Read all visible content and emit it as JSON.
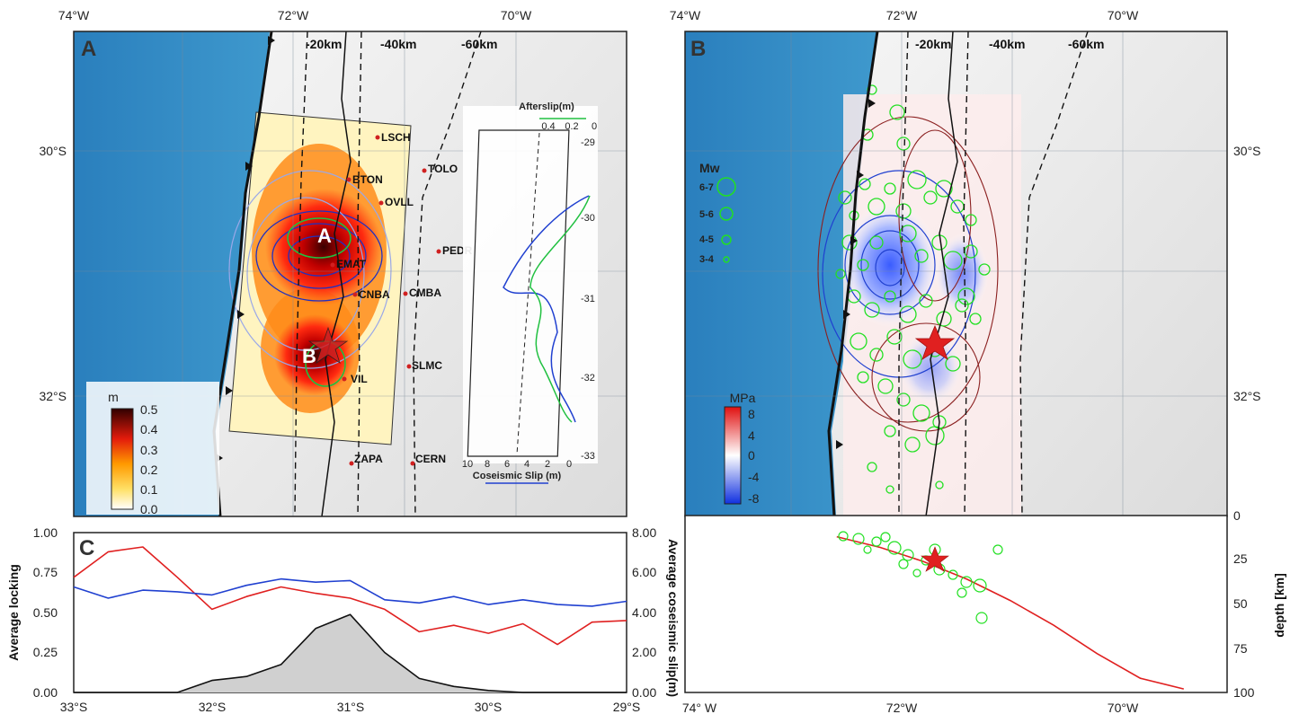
{
  "longitude_labels": [
    "74°W",
    "72°W",
    "70°W"
  ],
  "latitude_labels": [
    "30°S",
    "32°S"
  ],
  "depth_contour_labels": [
    "-20km",
    "-40km",
    "-60km"
  ],
  "panel_a": {
    "label": "A",
    "asperity_labels": [
      "A",
      "B"
    ],
    "stations": [
      "LSCH",
      "BTON",
      "TOLO",
      "OVLL",
      "PEDR",
      "EMAT",
      "CNBA",
      "CMBA",
      "SLMC",
      "VIL",
      "ZAPA",
      "CERN"
    ],
    "colorbar": {
      "unit": "m",
      "ticks": [
        "0.5",
        "0.4",
        "0.3",
        "0.2",
        "0.1",
        "0.0"
      ]
    },
    "inset": {
      "afterslip_label": "Afterslip(m)",
      "afterslip_ticks": [
        "0.4",
        "0.2",
        "0"
      ],
      "coseismic_label": "Coseismic Slip (m)",
      "coseismic_ticks": [
        "10",
        "8",
        "6",
        "4",
        "2",
        "0"
      ],
      "lat_ticks": [
        "-29",
        "-30",
        "-31",
        "-32",
        "-33"
      ]
    }
  },
  "panel_b": {
    "label": "B",
    "legend_title": "Mw",
    "legend_items": [
      "6-7",
      "5-6",
      "4-5",
      "3-4"
    ],
    "colorbar": {
      "unit": "MPa",
      "ticks": [
        "8",
        "4",
        "0",
        "-4",
        "-8"
      ]
    }
  },
  "panel_c": {
    "label": "C",
    "ylabel_left": "Average locking",
    "ylabel_right": "Average coseismic slip(m)",
    "yticks_left": [
      "1.00",
      "0.75",
      "0.50",
      "0.25",
      "0.00"
    ],
    "yticks_right": [
      "8.00",
      "6.00",
      "4.00",
      "2.00",
      "0.00"
    ],
    "xticks": [
      "33°S",
      "32°S",
      "31°S",
      "30°S",
      "29°S"
    ]
  },
  "profile": {
    "ylabel": "depth [km]",
    "yticks": [
      "0",
      "25",
      "50",
      "75",
      "100"
    ],
    "xticks": [
      "74° W",
      "72°W",
      "70°W"
    ]
  },
  "chart_data": [
    {
      "type": "line",
      "x": [
        33.0,
        32.75,
        32.5,
        32.25,
        32.0,
        31.75,
        31.5,
        31.25,
        31.0,
        30.75,
        30.5,
        30.25,
        30.0,
        29.75,
        29.5,
        29.25,
        29.0
      ],
      "series": [
        {
          "values": [
            0.72,
            0.88,
            0.91,
            0.72,
            0.52,
            0.6,
            0.66,
            0.62,
            0.59,
            0.52,
            0.38,
            0.42,
            0.37,
            0.43,
            0.3,
            0.44,
            0.45
          ],
          "color": "#e02020",
          "axis": "left"
        },
        {
          "values": [
            0.66,
            0.59,
            0.64,
            0.63,
            0.61,
            0.67,
            0.71,
            0.69,
            0.7,
            0.58,
            0.56,
            0.6,
            0.55,
            0.58,
            0.55,
            0.54,
            0.57
          ],
          "color": "#2040d0",
          "axis": "left"
        },
        {
          "values": [
            0.0,
            0.0,
            0.0,
            0.0,
            0.6,
            0.8,
            1.4,
            3.2,
            3.9,
            2.0,
            0.7,
            0.3,
            0.1,
            0.0,
            0.0,
            0.0,
            0.0
          ],
          "color": "#111111",
          "fill": "#d0d0d0",
          "axis": "right"
        }
      ],
      "xlim": [
        33,
        29
      ],
      "ylim": [
        0,
        1
      ],
      "ylim_right": [
        0,
        8
      ]
    },
    {
      "type": "line",
      "x": [
        -72.6,
        -72.2,
        -71.8,
        -71.4,
        -71.0,
        -70.6,
        -70.2,
        -69.8,
        -69.4
      ],
      "values": [
        12,
        18,
        26,
        36,
        48,
        62,
        78,
        92,
        98
      ],
      "xlim": [
        -74,
        -69
      ],
      "ylim": [
        100,
        0
      ]
    }
  ]
}
